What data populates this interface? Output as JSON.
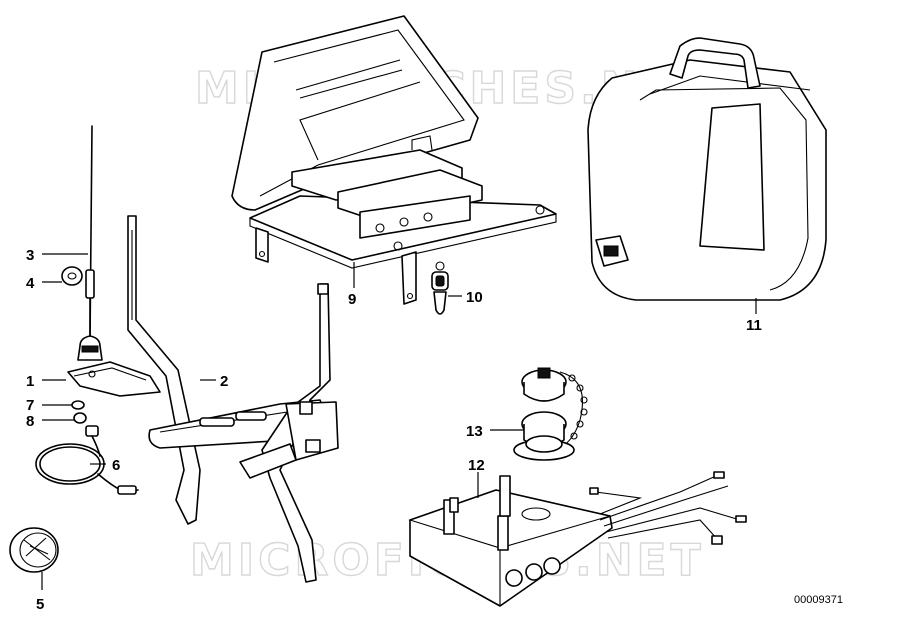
{
  "watermark": {
    "text": "MICROFICHES.NET"
  },
  "doc_number": "00009371",
  "callouts": [
    {
      "id": "1",
      "label": "1"
    },
    {
      "id": "2",
      "label": "2"
    },
    {
      "id": "3",
      "label": "3"
    },
    {
      "id": "4",
      "label": "4"
    },
    {
      "id": "5",
      "label": "5"
    },
    {
      "id": "6",
      "label": "6"
    },
    {
      "id": "7",
      "label": "7"
    },
    {
      "id": "8",
      "label": "8"
    },
    {
      "id": "9",
      "label": "9"
    },
    {
      "id": "10",
      "label": "10"
    },
    {
      "id": "11",
      "label": "11"
    },
    {
      "id": "12",
      "label": "12"
    },
    {
      "id": "13",
      "label": "13"
    }
  ]
}
